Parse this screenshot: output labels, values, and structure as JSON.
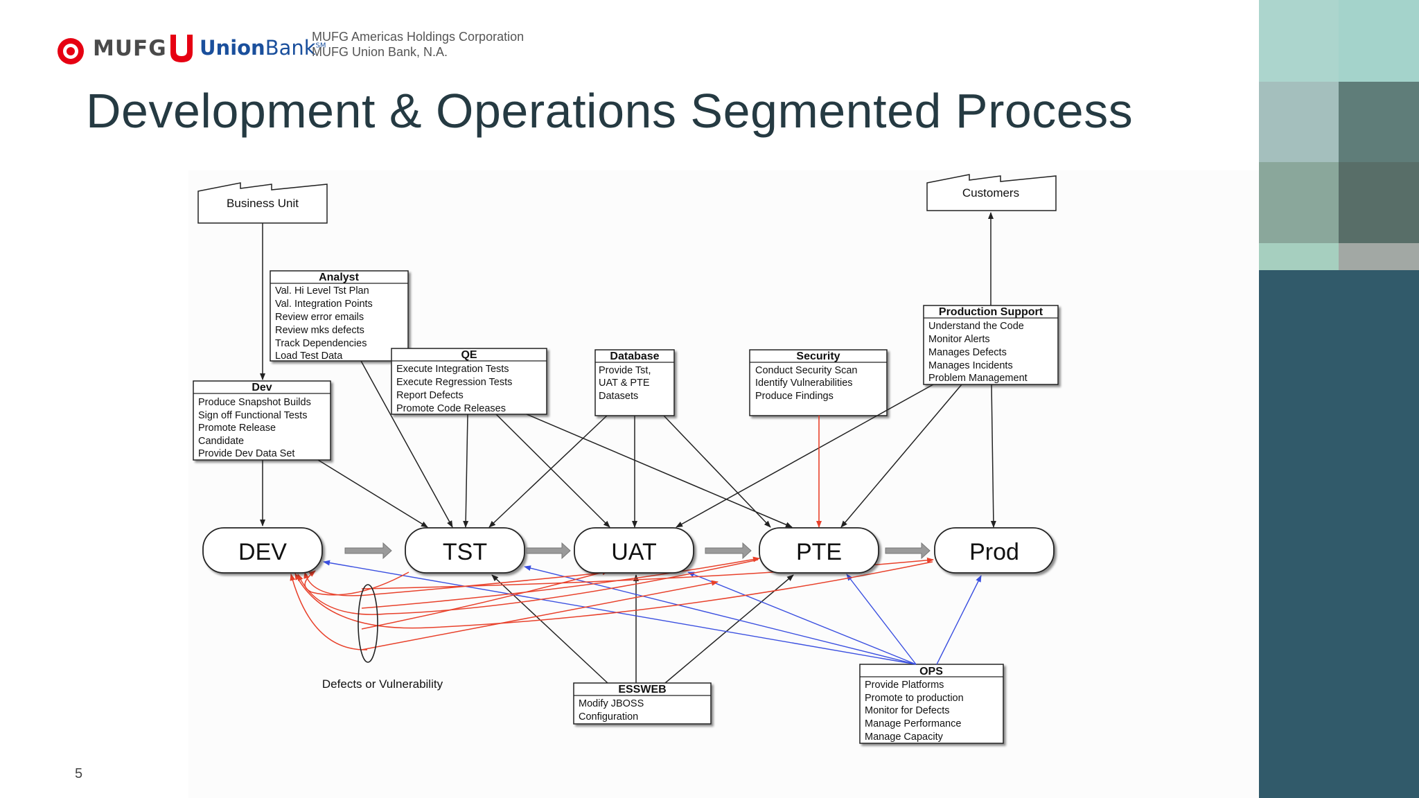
{
  "header": {
    "logo": {
      "mufg_label": "MUFG",
      "union_label": "Union",
      "bank_label": "Bank",
      "tm": "SM"
    },
    "corp_line1": "MUFG Americas Holdings Corporation",
    "corp_line2": "MUFG Union Bank, N.A."
  },
  "title": "Development & Operations Segmented Process",
  "page_number": "5",
  "diagram": {
    "business_unit": "Business Unit",
    "customers": "Customers",
    "analyst": {
      "title": "Analyst",
      "lines": [
        "Val. Hi Level Tst Plan",
        "Val. Integration Points",
        "Review error emails",
        "Review mks defects",
        "Track Dependencies",
        "Load Test Data"
      ]
    },
    "qe": {
      "title": "QE",
      "lines": [
        "Execute Integration Tests",
        "Execute Regression Tests",
        "Report Defects",
        "Promote Code Releases"
      ]
    },
    "database": {
      "title": "Database",
      "lines": [
        "Provide Tst,",
        "UAT & PTE",
        "Datasets"
      ]
    },
    "security": {
      "title": "Security",
      "lines": [
        "Conduct Security Scan",
        "Identify Vulnerabilities",
        "Produce Findings"
      ]
    },
    "prod_support": {
      "title": "Production Support",
      "lines": [
        "Understand the Code",
        "Monitor Alerts",
        "Manages Defects",
        "Manages Incidents",
        "Problem Management"
      ]
    },
    "dev_box": {
      "title": "Dev",
      "lines": [
        "Produce Snapshot Builds",
        "Sign off Functional Tests",
        "Promote Release",
        "Candidate",
        "Provide Dev Data Set"
      ]
    },
    "essweb": {
      "title": "ESSWEB",
      "lines": [
        "Modify JBOSS",
        "Configuration"
      ]
    },
    "ops": {
      "title": "OPS",
      "lines": [
        "Provide Platforms",
        "Promote to production",
        "Monitor for Defects",
        "Manage Performance",
        "Manage Capacity"
      ]
    },
    "stages": [
      "DEV",
      "TST",
      "UAT",
      "PTE",
      "Prod"
    ],
    "defects_label": "Defects or Vulnerability"
  },
  "colors": {
    "title_text": "#253a42",
    "union_blue": "#1a4f9c",
    "mufg_red": "#e60012",
    "defect_arrow": "#e8402a",
    "ops_arrow": "#3a4fe0",
    "deco_teal_light": "#aad4cc",
    "deco_dark_teal": "#315a6a"
  }
}
